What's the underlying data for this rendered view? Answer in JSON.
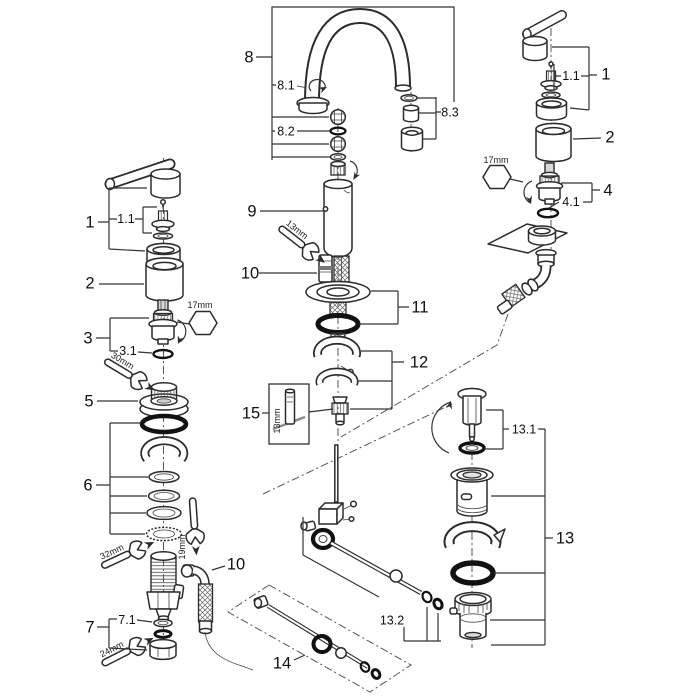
{
  "diagram": {
    "background": "#ffffff",
    "line_color": "#2b2b2b",
    "callouts": {
      "n1_left": "1",
      "n1_1_left": "1.1",
      "n2_left": "2",
      "n3": "3",
      "n3_1": "3.1",
      "n5": "5",
      "n6": "6",
      "n7": "7",
      "n7_1": "7.1",
      "n1_right": "1",
      "n1_1_right": "1.1",
      "n2_right": "2",
      "n4": "4",
      "n4_1": "4.1",
      "n8": "8",
      "n8_1": "8.1",
      "n8_2": "8.2",
      "n8_3": "8.3",
      "n9": "9",
      "n10_center": "10",
      "n10_bottom": "10",
      "n11": "11",
      "n12": "12",
      "n13": "13",
      "n13_1": "13.1",
      "n13_2": "13.2",
      "n14": "14",
      "n15": "15"
    },
    "tool_labels": {
      "hex17_left": "17mm",
      "hex17_right": "17mm",
      "wrench30": "30mm",
      "wrench32": "32mm",
      "wrench24": "24mm",
      "wrench19": "19mm",
      "wrench13": "13mm",
      "socket13": "13mm"
    }
  }
}
